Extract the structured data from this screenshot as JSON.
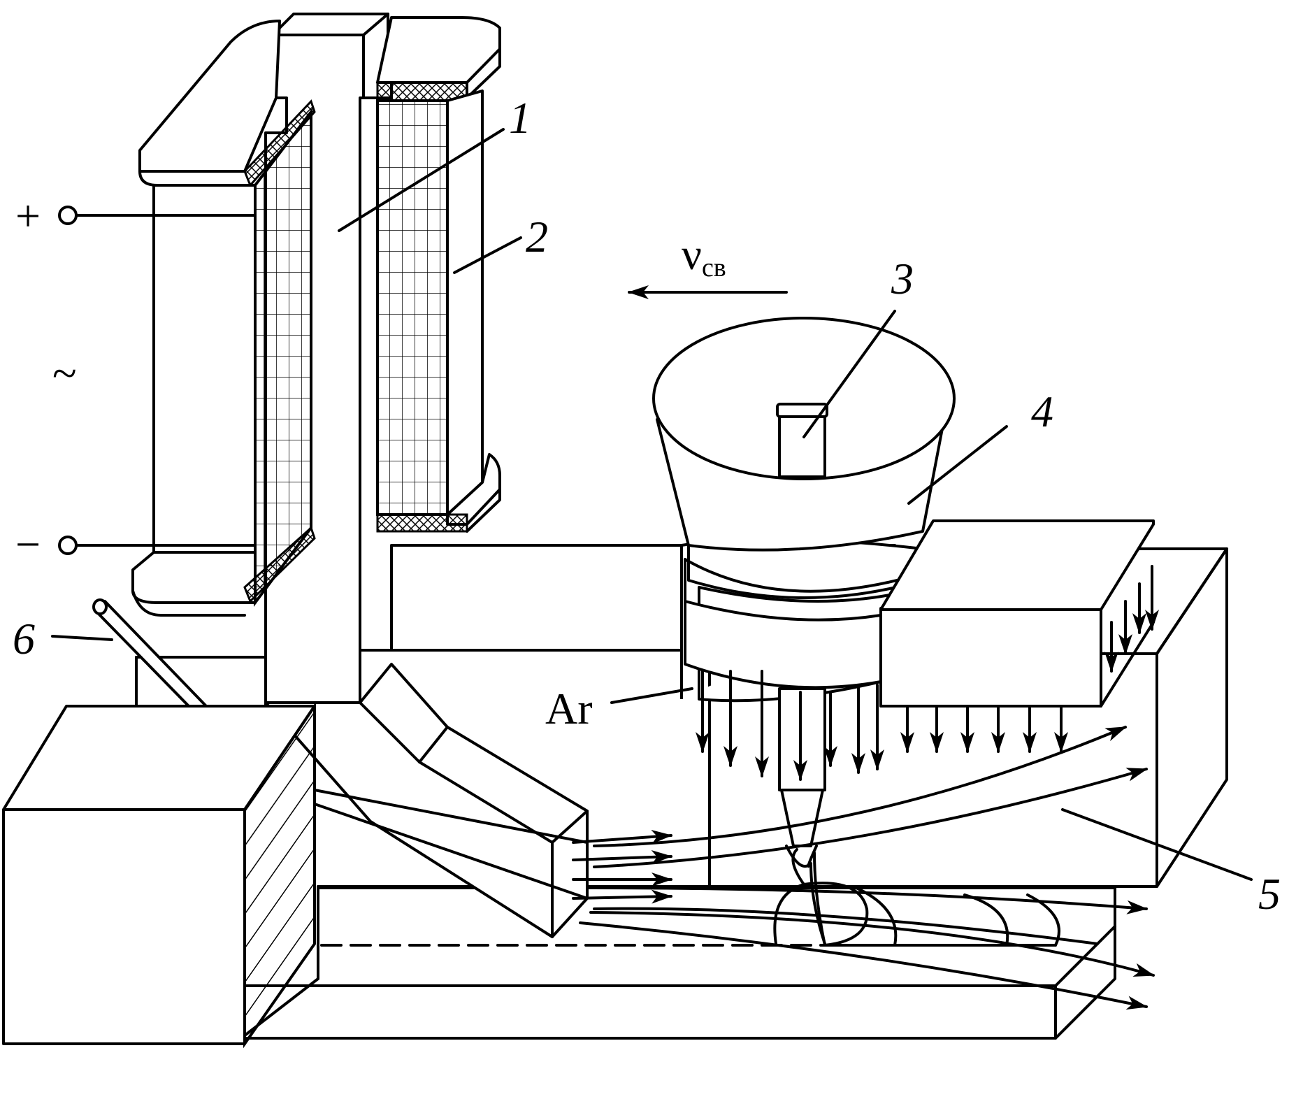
{
  "labels": {
    "n1": "1",
    "n2": "2",
    "n3": "3",
    "n4": "4",
    "n5": "5",
    "n6": "6",
    "plus": "+",
    "minus": "−",
    "ac": "~",
    "gas": "Ar",
    "speed_symbol": "ν",
    "speed_subscript": "св"
  },
  "colors": {
    "stroke": "#000000",
    "background": "#ffffff"
  }
}
